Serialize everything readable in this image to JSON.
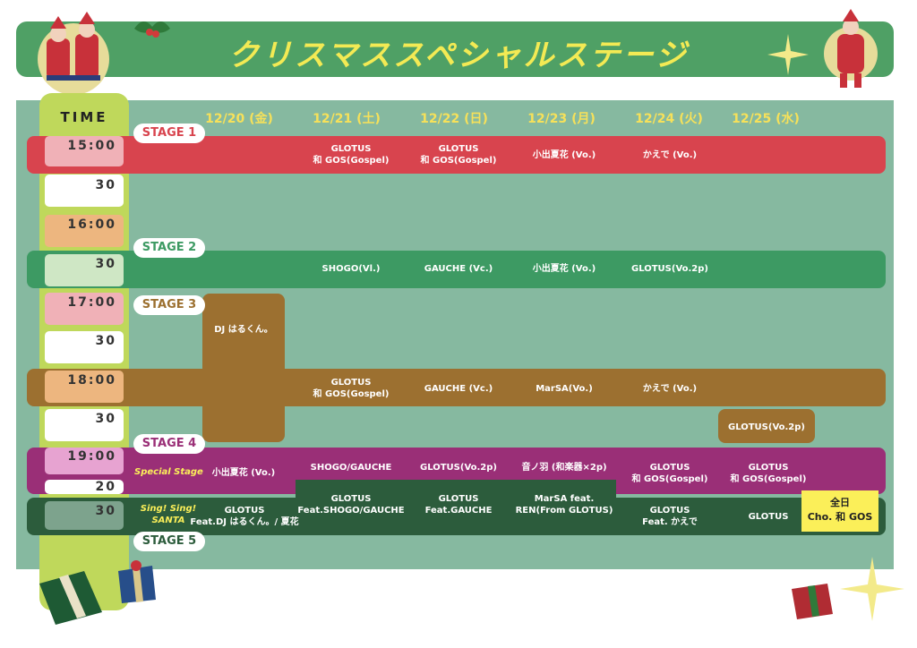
{
  "title": "クリスマススペシャルステージ",
  "time_header": "TIME",
  "dates": [
    "12/20 (金)",
    "12/21 (土)",
    "12/22 (日)",
    "12/23 (月)",
    "12/24 (火)",
    "12/25 (水)"
  ],
  "times": [
    "15:00",
    "30",
    "16:00",
    "30",
    "17:00",
    "30",
    "18:00",
    "30",
    "19:00",
    "20",
    "30"
  ],
  "stages": {
    "s1": "STAGE 1",
    "s2": "STAGE 2",
    "s3": "STAGE 3",
    "s4": "STAGE 4",
    "s5": "STAGE 5"
  },
  "stage1": {
    "d21": "GLOTUS\n和 GOS(Gospel)",
    "d22": "GLOTUS\n和 GOS(Gospel)",
    "d23": "小出夏花 (Vo.)",
    "d24": "かえで (Vo.)"
  },
  "stage2": {
    "d21": "SHOGO(Vl.)",
    "d22": "GAUCHE (Vc.)",
    "d23": "小出夏花 (Vo.)",
    "d24": "GLOTUS(Vo.2p)"
  },
  "stage3": {
    "dj": "DJ はるくん。",
    "d21": "GLOTUS\n和 GOS(Gospel)",
    "d22": "GAUCHE (Vc.)",
    "d23": "MarSA(Vo.)",
    "d24": "かえで (Vo.)",
    "d25": "GLOTUS(Vo.2p)"
  },
  "stage4": {
    "special": "Special Stage",
    "d20": "小出夏花 (Vo.)",
    "d21": "SHOGO/GAUCHE",
    "d22": "GLOTUS(Vo.2p)",
    "d23": "音ノ羽 (和楽器×2p)",
    "d24": "GLOTUS\n和 GOS(Gospel)",
    "d25": "GLOTUS\n和 GOS(Gospel)"
  },
  "stage5": {
    "sing": "Sing! Sing!\nSANTA",
    "d20": "GLOTUS\nFeat.DJ はるくん。/ 夏花",
    "d21": "GLOTUS\nFeat.SHOGO/GAUCHE",
    "d22": "GLOTUS\nFeat.GAUCHE",
    "d23": "MarSA feat.\nREN(From GLOTUS)",
    "d24": "GLOTUS\nFeat. かえで",
    "d25": "GLOTUS",
    "allday": "全日\nCho. 和 GOS"
  },
  "colors": {
    "stage1": "#d8444e",
    "stage2": "#3d9a63",
    "stage3": "#9c7030",
    "stage4": "#9a2f77",
    "stage5": "#2c5c3c"
  }
}
